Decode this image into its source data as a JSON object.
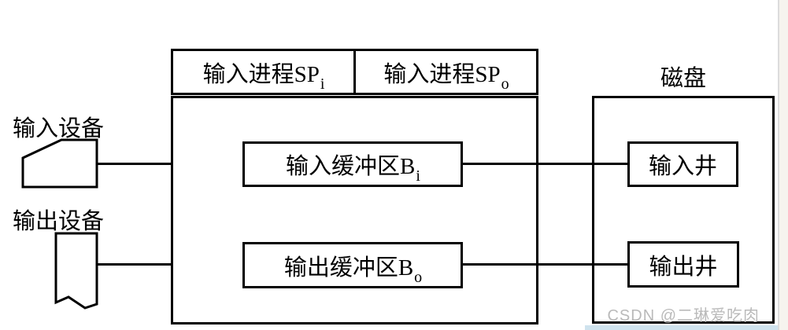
{
  "labels": {
    "input_device": "输入设备",
    "output_device": "输出设备",
    "disk": "磁盘"
  },
  "boxes": {
    "input_process": {
      "text": "输入进程SP",
      "sub": "i"
    },
    "output_process": {
      "text": "输入进程SP",
      "sub": "o"
    },
    "input_buffer": {
      "text": "输入缓冲区B",
      "sub": "i"
    },
    "output_buffer": {
      "text": "输出缓冲区B",
      "sub": "o"
    },
    "input_well": "输入井",
    "output_well": "输出井"
  },
  "icons": {
    "input_device_icon": "input-device-shape",
    "output_device_icon": "output-device-paper-shape"
  },
  "watermark": "CSDN @二琳爱吃肉",
  "colors": {
    "line": "#000000",
    "background": "#ffffff",
    "watermark": "#bababa",
    "page_edge": "#dcdcdc",
    "bottom_strip": "#cfe3ee"
  }
}
